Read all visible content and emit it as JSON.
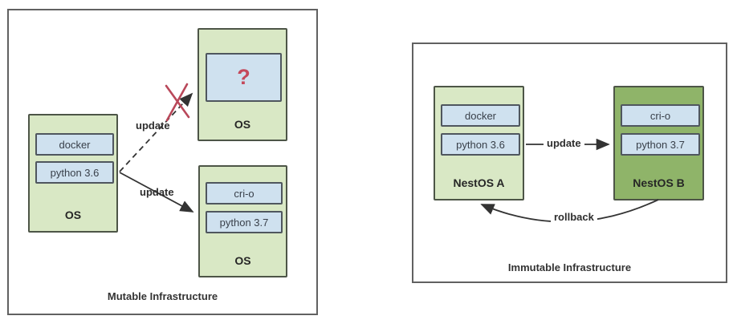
{
  "panels": {
    "mutable": {
      "caption": "Mutable Infrastructure",
      "os_source": {
        "label": "OS",
        "components": [
          "docker",
          "python 3.6"
        ]
      },
      "os_unknown": {
        "label": "OS",
        "unknown_mark": "?"
      },
      "os_updated": {
        "label": "OS",
        "components": [
          "cri-o",
          "python 3.7"
        ]
      },
      "arrows": {
        "update_failed": "update",
        "update_ok": "update"
      }
    },
    "immutable": {
      "caption": "Immutable Infrastructure",
      "nestos_a": {
        "label": "NestOS A",
        "components": [
          "docker",
          "python 3.6"
        ]
      },
      "nestos_b": {
        "label": "NestOS B",
        "components": [
          "cri-o",
          "python 3.7"
        ]
      },
      "arrows": {
        "update": "update",
        "rollback": "rollback"
      }
    }
  },
  "colors": {
    "green_light": "#d9e8c5",
    "green_dark": "#8fb469",
    "chip_blue": "#cfe1ef",
    "box_border": "#4d5547",
    "panel_border": "#616161",
    "accent_red": "#c4485a",
    "arrow": "#333333"
  }
}
